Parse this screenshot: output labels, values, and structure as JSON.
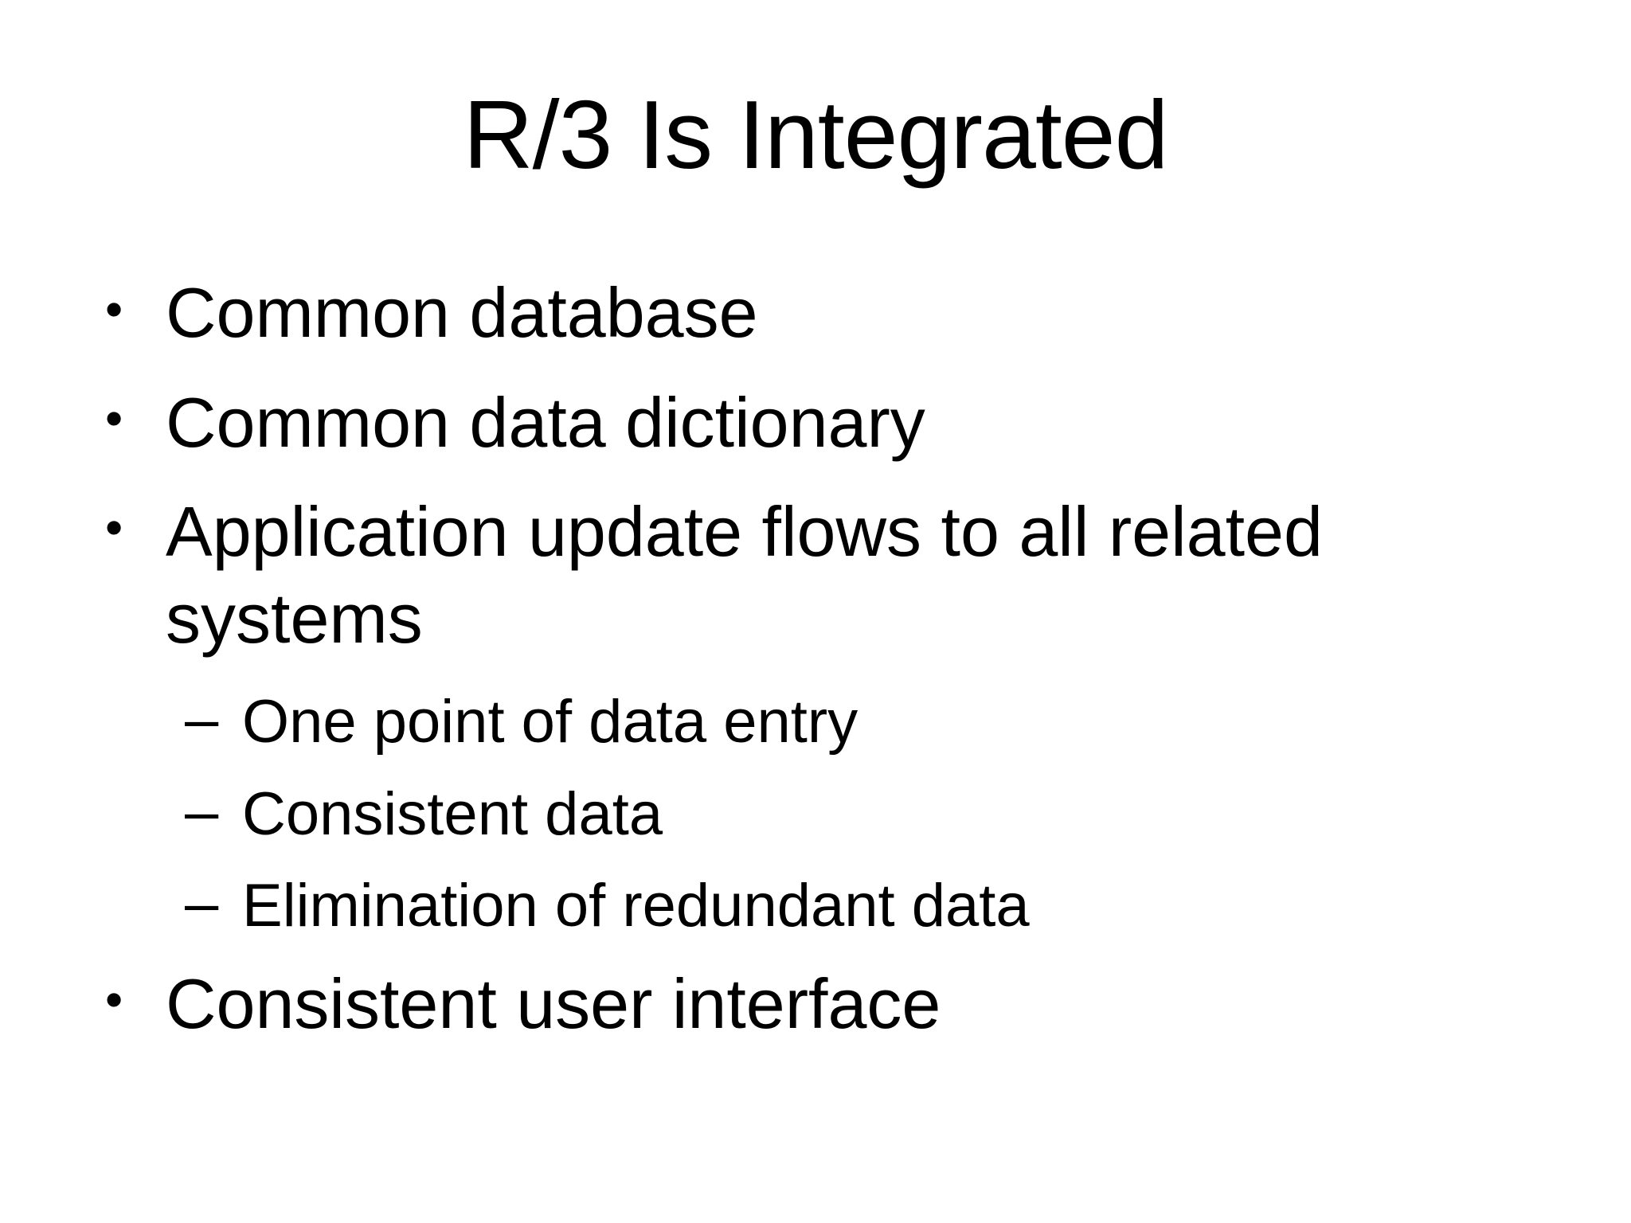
{
  "slide": {
    "title": "R/3 Is Integrated",
    "bullets": [
      {
        "level": 1,
        "marker": "bullet-dot-icon",
        "text": "Common database"
      },
      {
        "level": 1,
        "marker": "bullet-dot-icon",
        "text": "Common data dictionary"
      },
      {
        "level": 1,
        "marker": "bullet-dot-icon",
        "text": "Application update flows to all related systems"
      },
      {
        "level": 2,
        "marker": "dash-icon",
        "text": "One point of data entry"
      },
      {
        "level": 2,
        "marker": "dash-icon",
        "text": "Consistent data"
      },
      {
        "level": 2,
        "marker": "dash-icon",
        "text": "Elimination of redundant data"
      },
      {
        "level": 1,
        "marker": "bullet-dot-icon",
        "text": "Consistent user interface"
      }
    ],
    "bullet_glyphs": {
      "level1": "•",
      "level2": "–"
    },
    "colors": {
      "background": "#ffffff",
      "text": "#000000"
    }
  }
}
